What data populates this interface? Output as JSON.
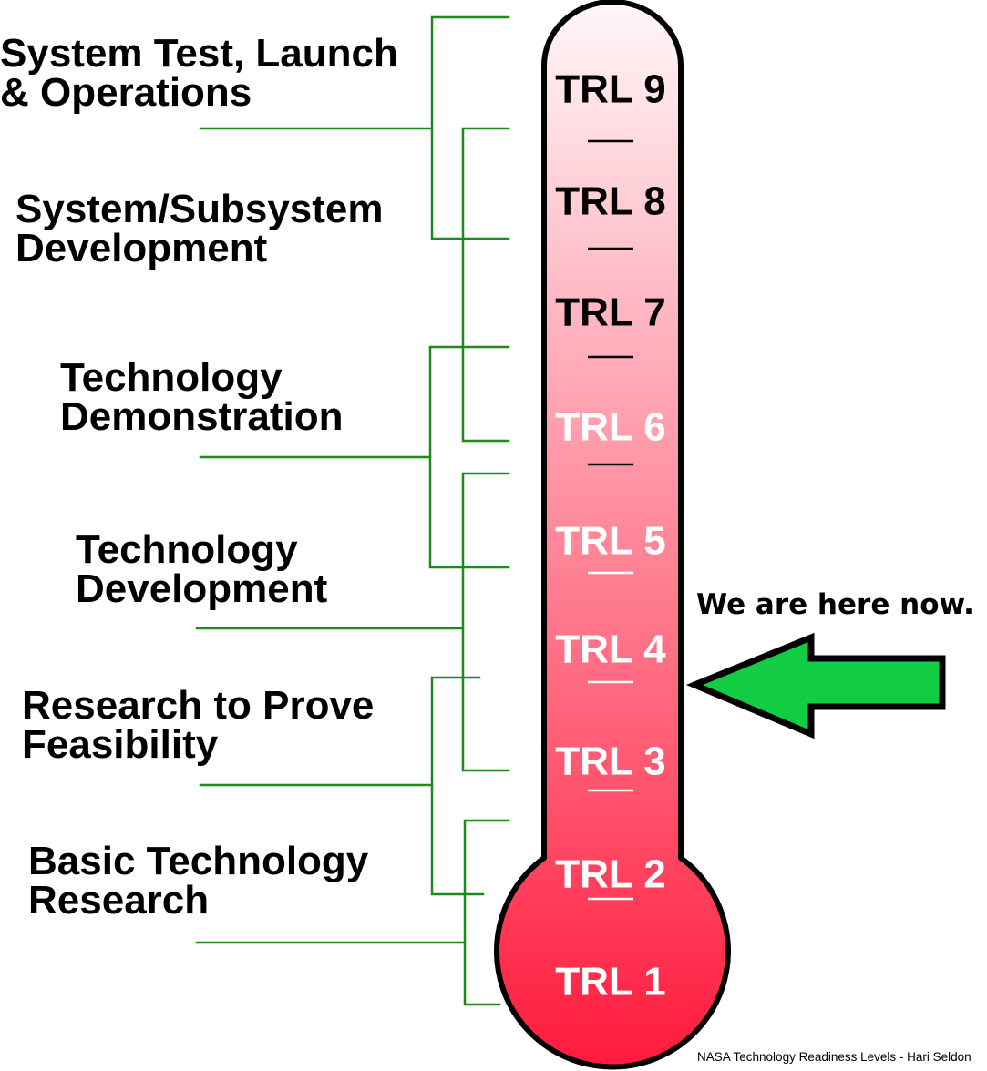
{
  "phases": [
    {
      "line1": "System Test, Launch",
      "line2": "& Operations"
    },
    {
      "line1": "System/Subsystem",
      "line2": "Development"
    },
    {
      "line1": "Technology",
      "line2": "Demonstration"
    },
    {
      "line1": "Technology",
      "line2": "Development"
    },
    {
      "line1": "Research to Prove",
      "line2": "Feasibility"
    },
    {
      "line1": "Basic Technology",
      "line2": "Research"
    }
  ],
  "levels": [
    "TRL 9",
    "TRL 8",
    "TRL 7",
    "TRL 6",
    "TRL 5",
    "TRL 4",
    "TRL 3",
    "TRL 2",
    "TRL 1"
  ],
  "current_level": 4,
  "annotation": "We are here now.",
  "credit": "NASA Technology Readiness Levels - Hari Seldon",
  "colors": {
    "bracket": "#1e8a1e",
    "thermometer_top": "#fff6f8",
    "thermometer_bottom": "#ff1a3c",
    "arrow": "#12cc44",
    "dark_label": "#000000",
    "light_label": "#ffffff"
  }
}
